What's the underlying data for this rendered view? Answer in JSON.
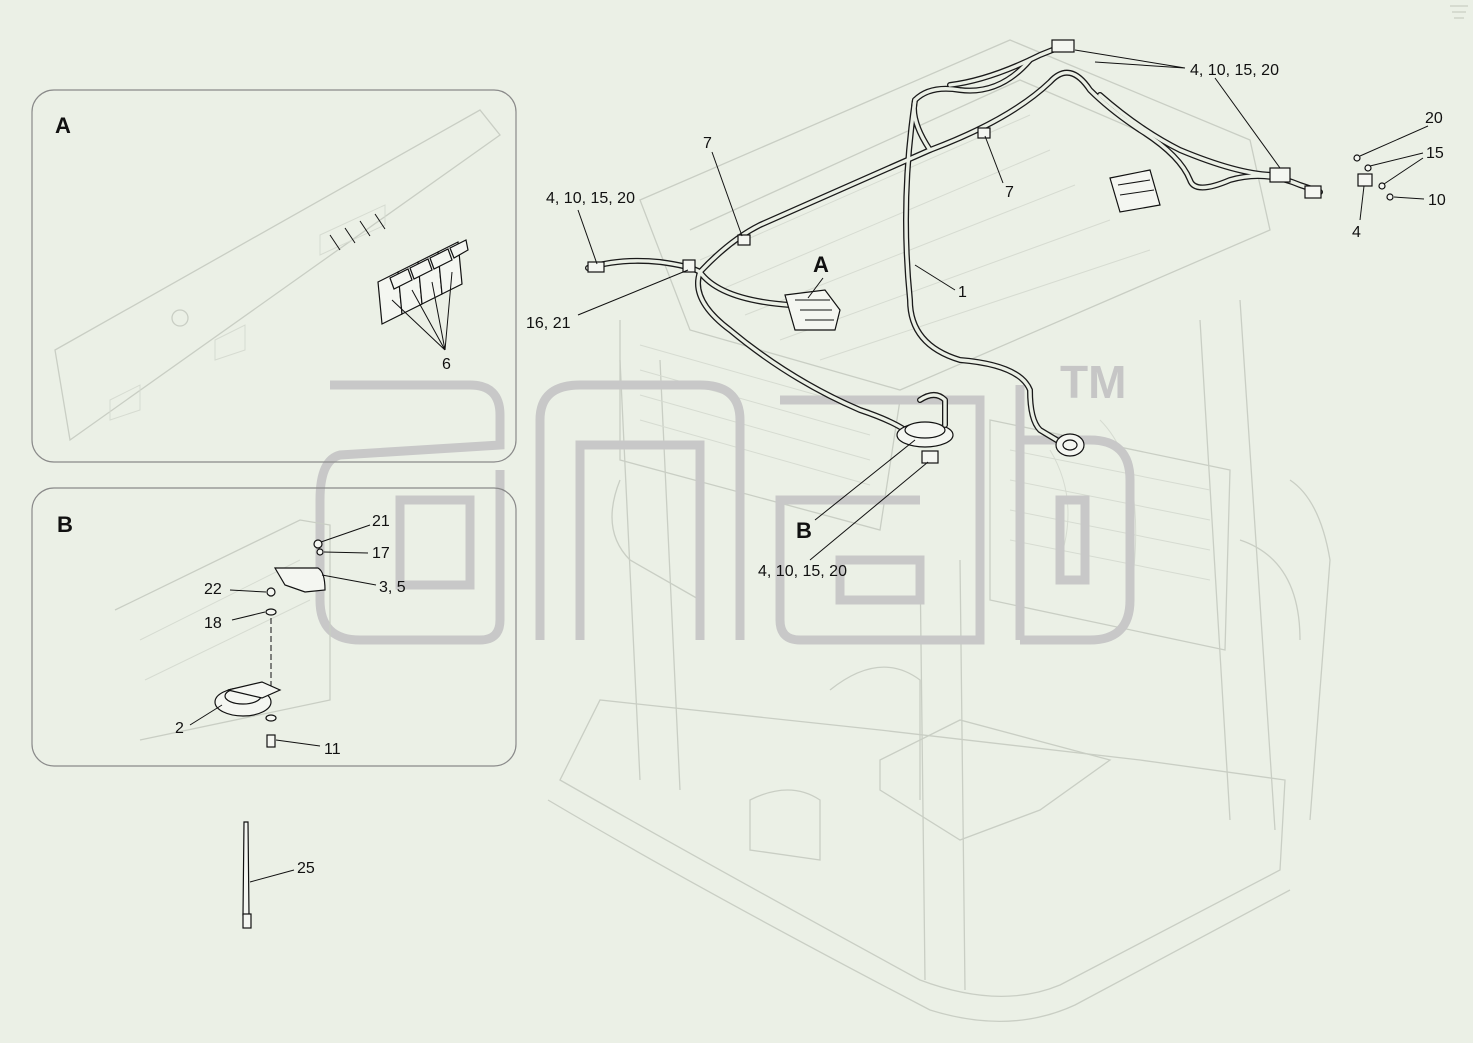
{
  "details": [
    {
      "id": "A",
      "label": "A"
    },
    {
      "id": "B",
      "label": "B"
    }
  ],
  "callouts": {
    "a_parts": "6",
    "b_21": "21",
    "b_17": "17",
    "b_3_5": "3, 5",
    "b_22": "22",
    "b_18": "18",
    "b_2": "2",
    "b_11": "11",
    "tie_25": "25",
    "main_7_left": "7",
    "main_7_right": "7",
    "main_connector_top": "4, 10, 15, 20",
    "main_connector_left": "4, 10, 15, 20",
    "main_16_21": "16, 21",
    "main_1": "1",
    "main_A": "A",
    "main_B": "B",
    "main_connector_bottom": "4, 10, 15, 20",
    "terminal_20": "20",
    "terminal_15": "15",
    "terminal_10": "10",
    "terminal_4": "4"
  },
  "watermark": {
    "text": "ТМ"
  },
  "colors": {
    "background": "#ebf0e6",
    "ink": "#111111",
    "ghost": "#c9cec4"
  }
}
